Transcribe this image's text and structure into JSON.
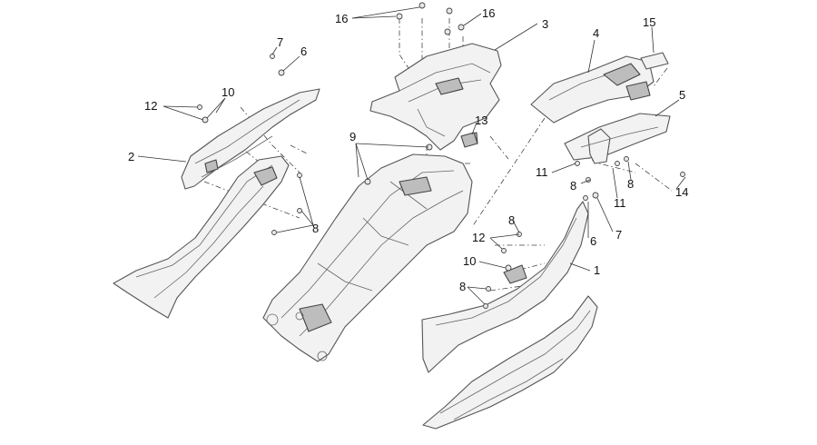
{
  "callouts": [
    {
      "id": "c1",
      "label": "1"
    },
    {
      "id": "c2",
      "label": "2"
    },
    {
      "id": "c3",
      "label": "3"
    },
    {
      "id": "c4",
      "label": "4"
    },
    {
      "id": "c5",
      "label": "5"
    },
    {
      "id": "c6a",
      "label": "6"
    },
    {
      "id": "c6b",
      "label": "6"
    },
    {
      "id": "c7a",
      "label": "7"
    },
    {
      "id": "c7b",
      "label": "7"
    },
    {
      "id": "c8a",
      "label": "8"
    },
    {
      "id": "c8b",
      "label": "8"
    },
    {
      "id": "c8c",
      "label": "8"
    },
    {
      "id": "c8d",
      "label": "8"
    },
    {
      "id": "c8e",
      "label": "8"
    },
    {
      "id": "c9",
      "label": "9"
    },
    {
      "id": "c10a",
      "label": "10"
    },
    {
      "id": "c10b",
      "label": "10"
    },
    {
      "id": "c11a",
      "label": "11"
    },
    {
      "id": "c11b",
      "label": "11"
    },
    {
      "id": "c12a",
      "label": "12"
    },
    {
      "id": "c12b",
      "label": "12"
    },
    {
      "id": "c13",
      "label": "13"
    },
    {
      "id": "c14",
      "label": "14"
    },
    {
      "id": "c15",
      "label": "15"
    },
    {
      "id": "c16a",
      "label": "16"
    },
    {
      "id": "c16b",
      "label": "16"
    }
  ]
}
